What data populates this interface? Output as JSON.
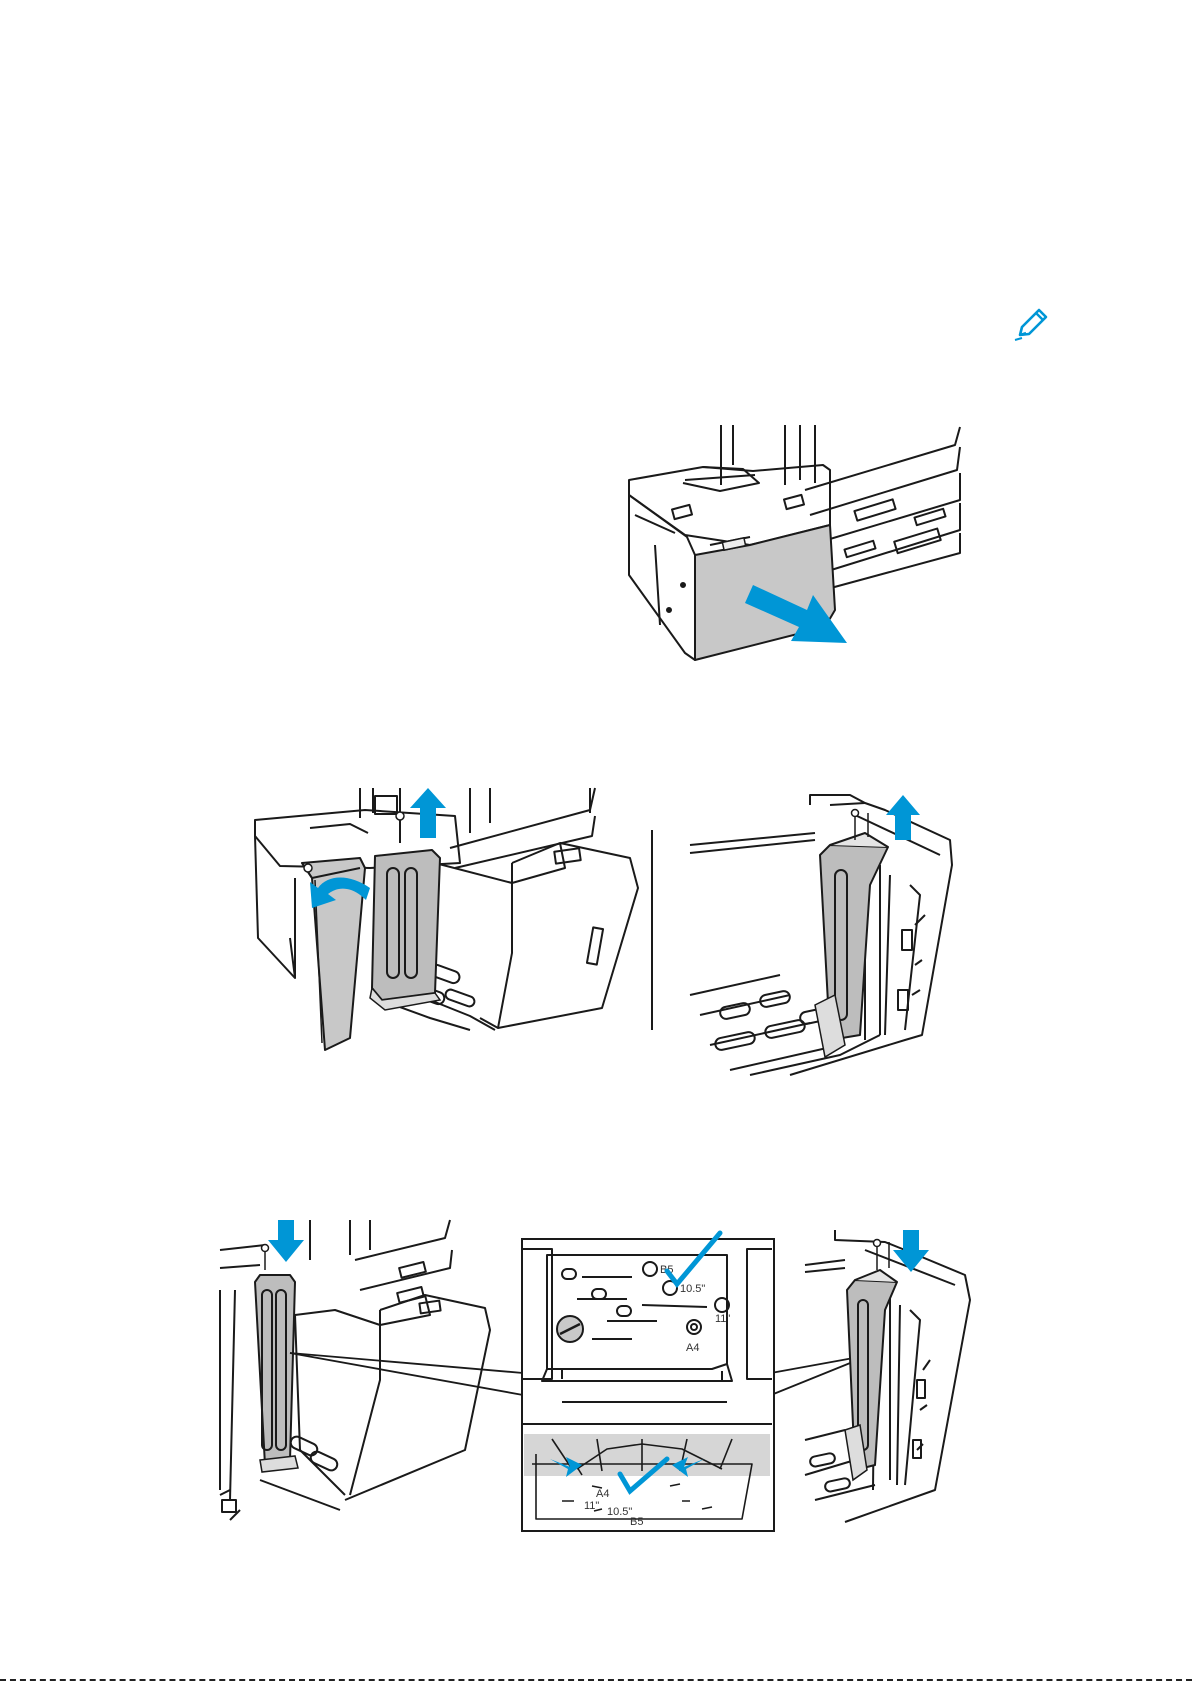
{
  "colors": {
    "accent": "#0096d6",
    "line": "#1a1a1a",
    "gray": "#c8c8c8"
  },
  "note_icon": "pencil-note-icon",
  "figure3": {
    "labels": {
      "b5": "B5",
      "in10_5": "10.5\"",
      "in11": "11\"",
      "a4": "A4",
      "guide_a4": "A4",
      "guide_11": "11\"",
      "guide_10_5": "10.5\"",
      "guide_b5": "B5"
    }
  }
}
